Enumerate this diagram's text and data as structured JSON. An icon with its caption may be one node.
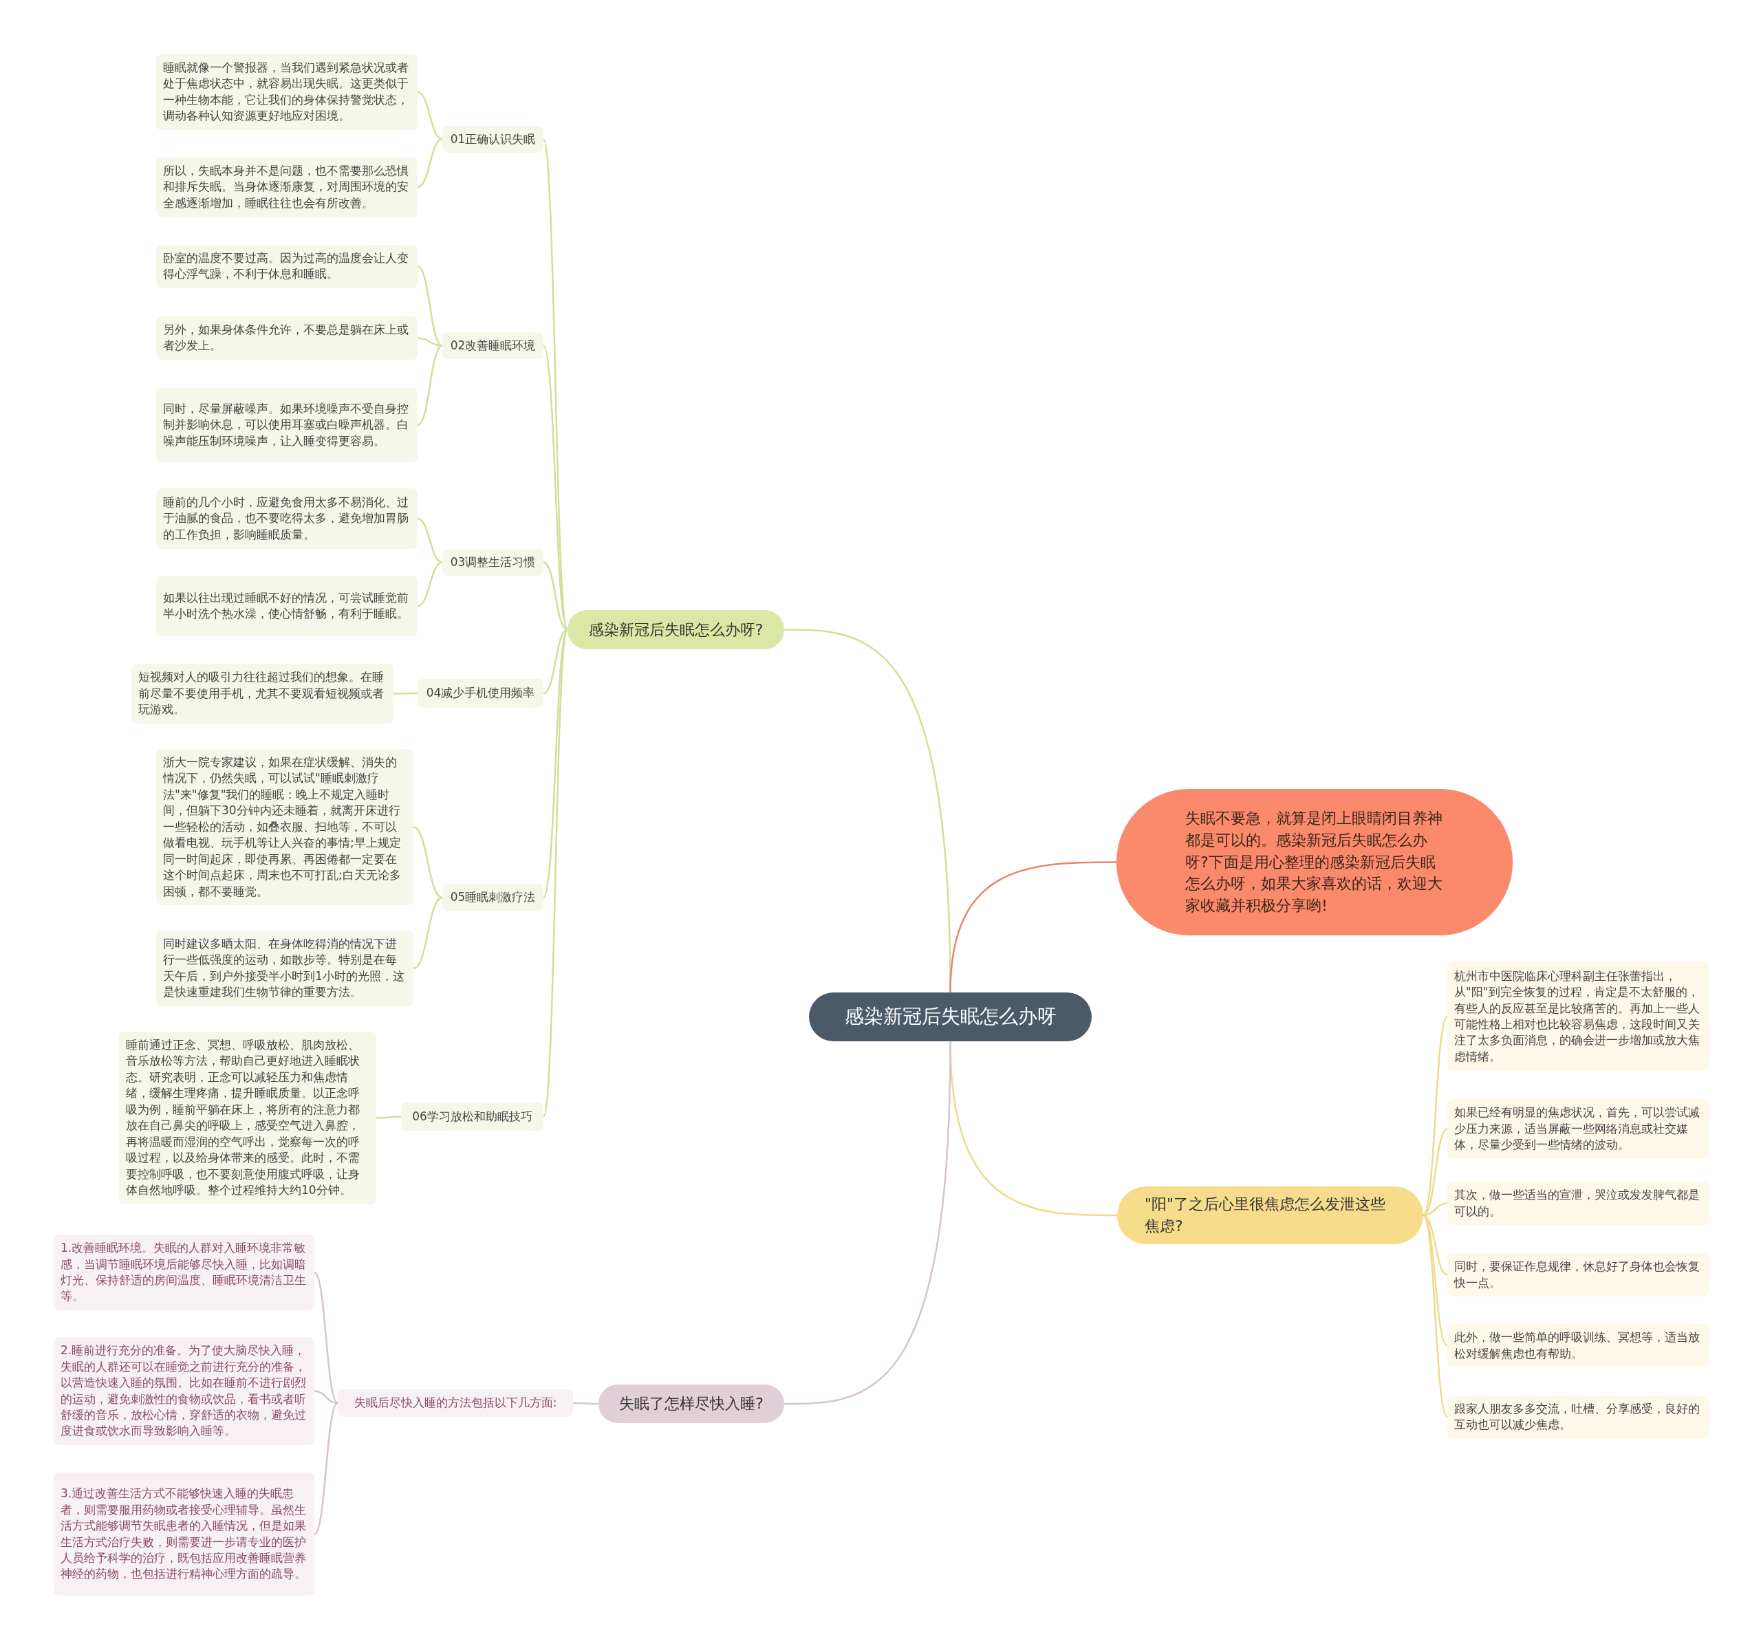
{
  "diagram": {
    "nodes": [
      {
        "text": [
          "感染新冠后失眠怎么办呀"
        ]
      },
      {
        "text": [
          "感染新冠后失眠怎么办呀?"
        ]
      },
      {
        "text": [
          "01正确认识失眠"
        ]
      },
      {
        "text": [
          "睡眠就像一个警报器，当我们遇到紧急状况或者处于焦虑状态中，就容易出现失眠。这更类似于一种生物本能，它让我们的身体保持警觉状态，调动各种认知资源更好地应对困境。"
        ]
      },
      {
        "text": [
          "所以，失眠本身并不是问题，也不需要那么恐惧和排斥失眠。当身体逐渐康复，对周围环境的安全感逐渐增加，睡眠往往也会有所改善。"
        ]
      },
      {
        "text": [
          "02改善睡眠环境"
        ]
      },
      {
        "text": [
          "卧室的温度不要过高。因为过高的温度会让人变得心浮气躁，不利于休息和睡眠。"
        ]
      },
      {
        "text": [
          "另外，如果身体条件允许，不要总是躺在床上或者沙发上。"
        ]
      },
      {
        "text": [
          "同时，尽量屏蔽噪声。如果环境噪声不受自身控制并影响休息，可以使用耳塞或白噪声机器。白噪声能压制环境噪声，让入睡变得更容易。"
        ]
      },
      {
        "text": [
          "03调整生活习惯"
        ]
      },
      {
        "text": [
          "睡前的几个小时，应避免食用太多不易消化、过于油腻的食品，也不要吃得太多，避免增加胃肠的工作负担，影响睡眠质量。"
        ]
      },
      {
        "text": [
          "如果以往出现过睡眠不好的情况，可尝试睡觉前半小时洗个热水澡，使心情舒畅，有利于睡眠。"
        ]
      },
      {
        "text": [
          "04减少手机使用频率"
        ]
      },
      {
        "text": [
          "短视频对人的吸引力往往超过我们的想象。在睡前尽量不要使用手机，尤其不要观看短视频或者玩游戏。"
        ]
      },
      {
        "text": [
          "05睡眠刺激疗法"
        ]
      },
      {
        "text": [
          "浙大一院专家建议，如果在症状缓解、消失的情况下，仍然失眠，可以试试\"睡眠刺激疗法\"来\"修复\"我们的睡眠：晚上不规定入睡时间，但躺下30分钟内还未睡着，就离开床进行一些轻松的活动，如叠衣服、扫地等，不可以做看电视、玩手机等让人兴奋的事情;早上规定同一时间起床，即使再累、再困倦都一定要在这个时间点起床，周末也不可打乱;白天无论多困顿，都不要睡觉。"
        ]
      },
      {
        "text": [
          "同时建议多晒太阳、在身体吃得消的情况下进行一些低强度的运动，如散步等。特别是在每天午后，到户外接受半小时到1小时的光照，这是快速重建我们生物节律的重要方法。"
        ]
      },
      {
        "text": [
          "06学习放松和助眠技巧"
        ]
      },
      {
        "text": [
          "睡前通过正念、冥想、呼吸放松、肌肉放松、音乐放松等方法，帮助自己更好地进入睡眠状态。研究表明，正念可以减轻压力和焦虑情绪，缓解生理疼痛，提升睡眠质量。以正念呼吸为例，睡前平躺在床上，将所有的注意力都放在自己鼻尖的呼吸上，感受空气进入鼻腔，再将温暖而湿润的空气呼出，觉察每一次的呼吸过程，以及给身体带来的感受。此时，不需要控制呼吸，也不要刻意使用腹式呼吸，让身体自然地呼吸。整个过程维持大约10分钟。"
        ]
      },
      {
        "text": [
          "失眠不要急，就算是闭上眼睛闭目养神都是可以的。感染新冠后失眠怎么办呀?下面是用心整理的感染新冠后失眠怎么办呀，如果大家喜欢的话，欢迎大家收藏并积极分享哟!"
        ]
      },
      {
        "text": [
          "\"阳\"了之后心里很焦虑怎么发泄这些焦虑?"
        ]
      },
      {
        "text": [
          "杭州市中医院临床心理科副主任张蕾指出，从\"阳\"到完全恢复的过程，肯定是不太舒服的，有些人的反应甚至是比较痛苦的。再加上一些人可能性格上相对也比较容易焦虑，这段时间又关注了太多负面消息，的确会进一步增加或放大焦虑情绪。"
        ]
      },
      {
        "text": [
          "如果已经有明显的焦虑状况，首先，可以尝试减少压力来源，适当屏蔽一些网络消息或社交媒体，尽量少受到一些情绪的波动。"
        ]
      },
      {
        "text": [
          "其次，做一些适当的宣泄，哭泣或发发脾气都是可以的。"
        ]
      },
      {
        "text": [
          "同时，要保证作息规律，休息好了身体也会恢复快一点。"
        ]
      },
      {
        "text": [
          "此外，做一些简单的呼吸训练、冥想等，适当放松对缓解焦虑也有帮助。"
        ]
      },
      {
        "text": [
          "跟家人朋友多多交流，吐槽、分享感受，良好的互动也可以减少焦虑。"
        ]
      },
      {
        "text": [
          "失眠了怎样尽快入睡?"
        ]
      },
      {
        "text": [
          "失眠后尽快入睡的方法包括以下几方面:"
        ]
      },
      {
        "text": [
          "1.改善睡眠环境。失眠的人群对入睡环境非常敏感，当调节睡眠环境后能够尽快入睡，比如调暗灯光、保持舒适的房间温度、睡眠环境清洁卫生等。"
        ]
      },
      {
        "text": [
          "2.睡前进行充分的准备。为了使大脑尽快入睡，失眠的人群还可以在睡觉之前进行充分的准备，以营造快速入睡的氛围。比如在睡前不进行剧烈的运动，避免刺激性的食物或饮品，看书或者听舒缓的音乐，放松心情，穿舒适的衣物，避免过度进食或饮水而导致影响入睡等。"
        ]
      },
      {
        "text": [
          "3.通过改善生活方式不能够快速入睡的失眠患者，则需要服用药物或者接受心理辅导。虽然生活方式能够调节失眠患者的入睡情况，但是如果生活方式治疗失败，则需要进一步请专业的医护人员给予科学的治疗，既包括应用改善睡眠营养神经的药物，也包括进行精神心理方面的疏导。"
        ]
      }
    ],
    "edges": [
      {
        "from": 0,
        "to": 1,
        "arrow": "none"
      },
      {
        "from": 1,
        "to": 2,
        "arrow": "none"
      },
      {
        "from": 2,
        "to": 3,
        "arrow": "none"
      },
      {
        "from": 2,
        "to": 4,
        "arrow": "none"
      },
      {
        "from": 1,
        "to": 5,
        "arrow": "none"
      },
      {
        "from": 5,
        "to": 6,
        "arrow": "none"
      },
      {
        "from": 5,
        "to": 7,
        "arrow": "none"
      },
      {
        "from": 5,
        "to": 8,
        "arrow": "none"
      },
      {
        "from": 1,
        "to": 9,
        "arrow": "none"
      },
      {
        "from": 9,
        "to": 10,
        "arrow": "none"
      },
      {
        "from": 9,
        "to": 11,
        "arrow": "none"
      },
      {
        "from": 1,
        "to": 12,
        "arrow": "none"
      },
      {
        "from": 12,
        "to": 13,
        "arrow": "none"
      },
      {
        "from": 1,
        "to": 14,
        "arrow": "none"
      },
      {
        "from": 14,
        "to": 15,
        "arrow": "none"
      },
      {
        "from": 14,
        "to": 16,
        "arrow": "none"
      },
      {
        "from": 1,
        "to": 17,
        "arrow": "none"
      },
      {
        "from": 17,
        "to": 18,
        "arrow": "none"
      },
      {
        "from": 0,
        "to": 19,
        "arrow": "none",
        "color": "#ec8466"
      },
      {
        "from": 0,
        "to": 20,
        "arrow": "none",
        "color": "#f1d98c"
      },
      {
        "from": 20,
        "to": 21,
        "arrow": "none",
        "color": "#f1d98c"
      },
      {
        "from": 20,
        "to": 22,
        "arrow": "none",
        "color": "#f1d98c"
      },
      {
        "from": 20,
        "to": 23,
        "arrow": "none",
        "color": "#f1d98c"
      },
      {
        "from": 20,
        "to": 24,
        "arrow": "none",
        "color": "#f1d98c"
      },
      {
        "from": 20,
        "to": 25,
        "arrow": "none",
        "color": "#f1d98c"
      },
      {
        "from": 20,
        "to": 26,
        "arrow": "none",
        "color": "#f1d98c"
      },
      {
        "from": 0,
        "to": 27,
        "arrow": "none",
        "color": "#d7c3cc"
      },
      {
        "from": 27,
        "to": 28,
        "arrow": "none",
        "color": "#d7c3cc"
      },
      {
        "from": 28,
        "to": 29,
        "arrow": "none",
        "color": "#d7c3cc"
      },
      {
        "from": 28,
        "to": 30,
        "arrow": "none",
        "color": "#d7c3cc"
      },
      {
        "from": 28,
        "to": 31,
        "arrow": "none",
        "color": "#d7c3cc"
      }
    ]
  }
}
